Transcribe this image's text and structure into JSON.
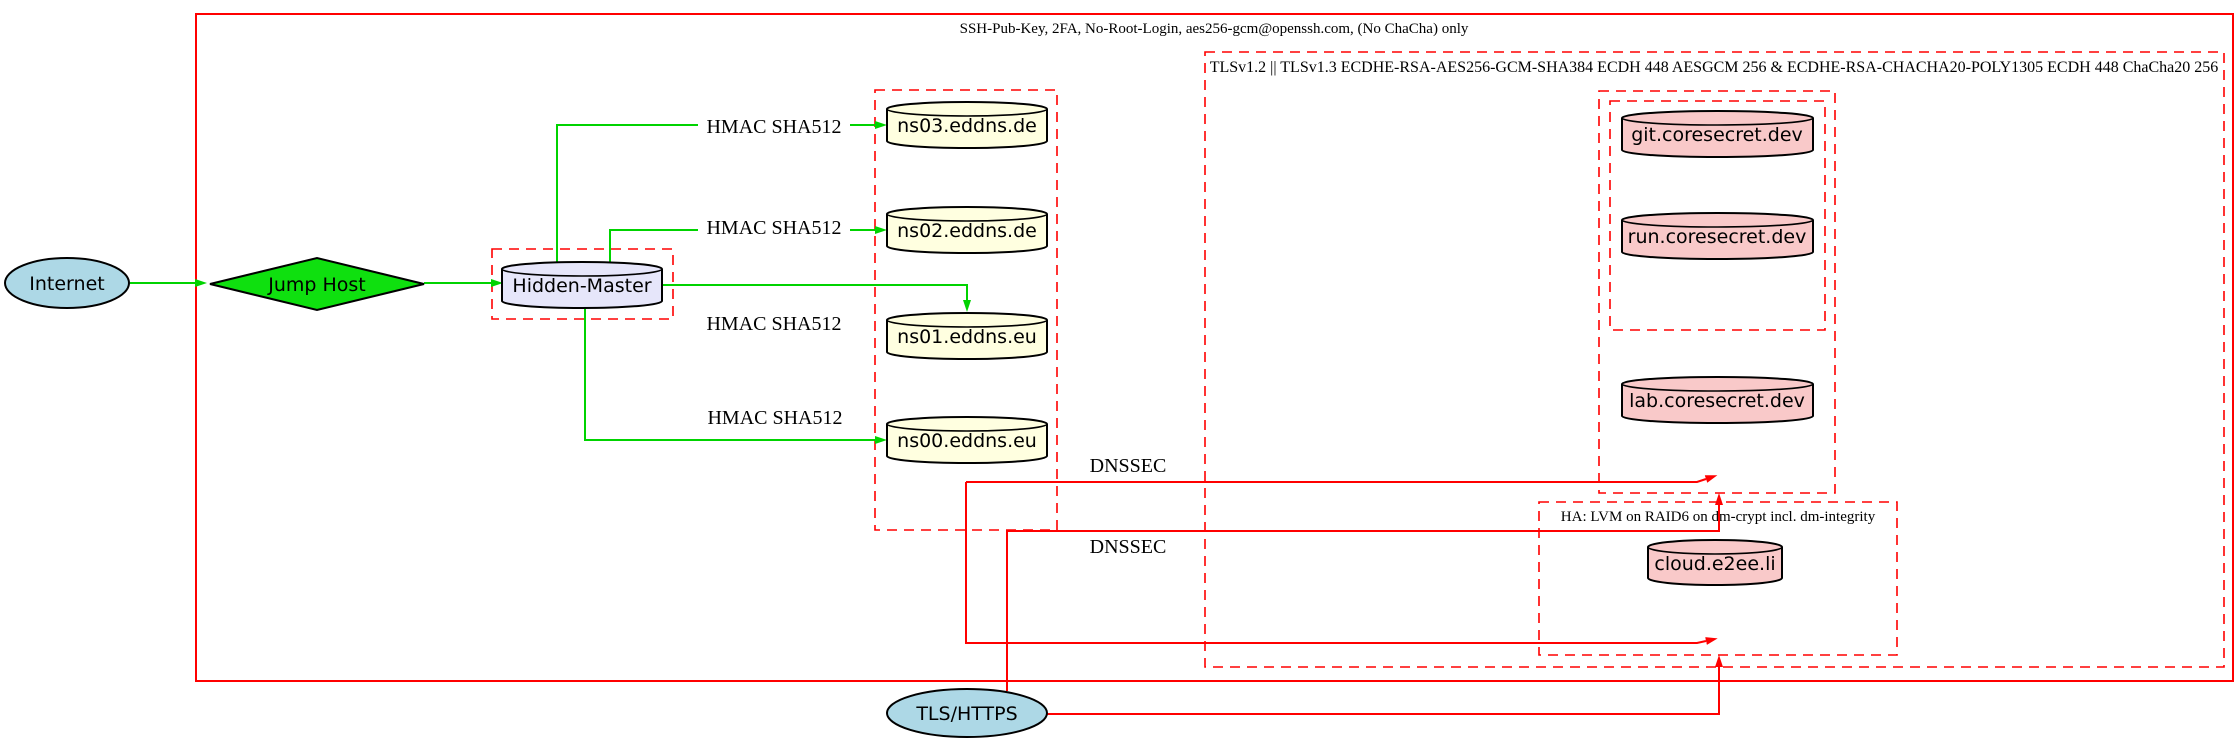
{
  "clusters": {
    "ssh": {
      "label": "SSH-Pub-Key, 2FA, No-Root-Login, aes256-gcm@openssh.com, (No ChaCha) only"
    },
    "tls": {
      "label": "TLSv1.2 || TLSv1.3 ECDHE-RSA-AES256-GCM-SHA384 ECDH 448 AESGCM 256 & ECDHE-RSA-CHACHA20-POLY1305 ECDH 448 ChaCha20 256"
    },
    "ha": {
      "label": "HA: LVM on RAID6 on dm-crypt incl. dm-integrity"
    }
  },
  "nodes": {
    "internet": {
      "label": "Internet",
      "shape": "ellipse",
      "fill": "#ADD8E6"
    },
    "jump_host": {
      "label": "Jump Host",
      "shape": "diamond",
      "fill": "#0FE00F"
    },
    "hidden_master": {
      "label": "Hidden-Master",
      "shape": "cylinder",
      "fill": "#E6E6FA"
    },
    "ns03": {
      "label": "ns03.eddns.de",
      "shape": "cylinder",
      "fill": "#FFFFE0"
    },
    "ns02": {
      "label": "ns02.eddns.de",
      "shape": "cylinder",
      "fill": "#FFFFE0"
    },
    "ns01": {
      "label": "ns01.eddns.eu",
      "shape": "cylinder",
      "fill": "#FFFFE0"
    },
    "ns00": {
      "label": "ns00.eddns.eu",
      "shape": "cylinder",
      "fill": "#FFFFE0"
    },
    "git": {
      "label": "git.coresecret.dev",
      "shape": "cylinder",
      "fill": "#F9C9C9"
    },
    "run": {
      "label": "run.coresecret.dev",
      "shape": "cylinder",
      "fill": "#F9C9C9"
    },
    "lab": {
      "label": "lab.coresecret.dev",
      "shape": "cylinder",
      "fill": "#F9C9C9"
    },
    "cloud": {
      "label": "cloud.e2ee.li",
      "shape": "cylinder",
      "fill": "#F9C9C9"
    },
    "tls_https": {
      "label": "TLS/HTTPS",
      "shape": "ellipse",
      "fill": "#ADD8E6"
    }
  },
  "edges": {
    "hmac_label": "HMAC SHA512",
    "dnssec_label": "DNSSEC"
  },
  "colors": {
    "green": "#00D300",
    "red": "#FF0000",
    "black": "#000000"
  }
}
